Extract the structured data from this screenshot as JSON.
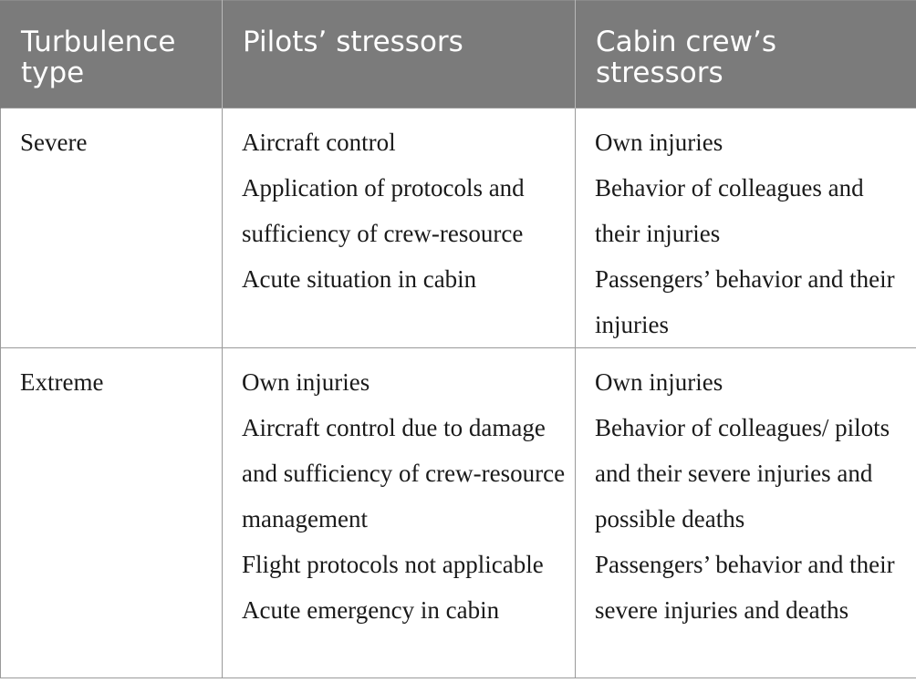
{
  "table": {
    "headers": [
      "Turbulence type",
      "Pilots’ stressors",
      "Cabin crew’s stressors"
    ],
    "rows": [
      {
        "type": "Severe",
        "pilots": [
          "Aircraft control",
          "Application of protocols and sufficiency of crew-resource",
          "Acute situation in cabin"
        ],
        "cabin_crew": [
          "Own injuries",
          "Behavior of colleagues and their injuries",
          "Passengers’ behavior and their injuries"
        ]
      },
      {
        "type": "Extreme",
        "pilots": [
          "Own injuries",
          "Aircraft control due to damage and sufficiency of crew-resource management",
          "Flight protocols not applicable",
          "Acute emergency in cabin"
        ],
        "cabin_crew": [
          "Own injuries",
          "Behavior of colleagues/ pilots and their severe injuries and possible deaths",
          "Passengers’ behavior and their severe injuries and deaths"
        ]
      }
    ]
  }
}
